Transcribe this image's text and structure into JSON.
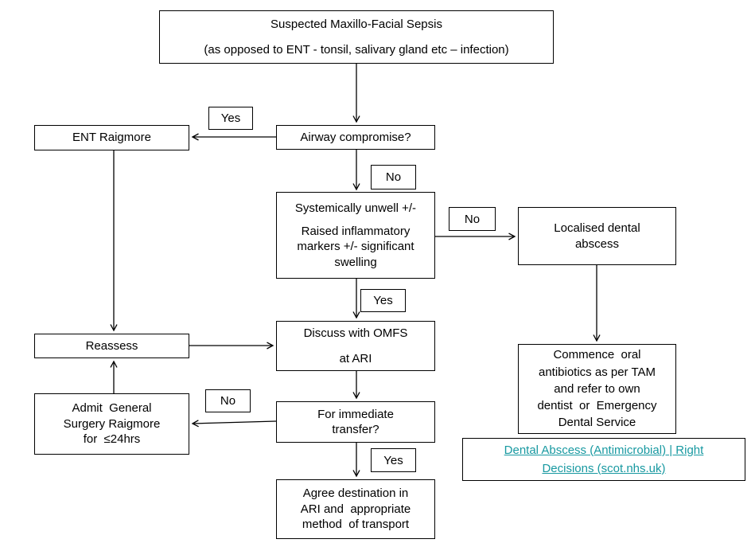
{
  "page": {
    "background": "#ffffff"
  },
  "colors": {
    "box_border": "#000000",
    "text": "#000000",
    "arrow_line": "#000000",
    "link_text": "#1899a1"
  },
  "nodes": {
    "title": {
      "line1": "Suspected Maxillo-Facial Sepsis",
      "line2": "(as opposed to ENT - tonsil, salivary gland etc – infection)"
    },
    "ent": {
      "label": "ENT Raigmore"
    },
    "airway": {
      "label": "Airway compromise?"
    },
    "systemic": {
      "line1": "Systemically unwell +/-",
      "line2": "Raised inflammatory\nmarkers +/- significant\nswelling"
    },
    "localised": {
      "label": "Localised dental\nabscess"
    },
    "discuss": {
      "line1": "Discuss with OMFS",
      "line2": "at ARI"
    },
    "reassess": {
      "label": "Reassess"
    },
    "admit": {
      "label": "Admit  General\nSurgery Raigmore\nfor  ≤24hrs"
    },
    "transfer": {
      "label": "For immediate\ntransfer?"
    },
    "agree": {
      "label": "Agree destination in\nARI and  appropriate\nmethod  of transport"
    },
    "commence": {
      "label": "Commence  oral\nantibiotics as per TAM\nand refer to own\ndentist  or  Emergency\nDental Service"
    },
    "link": {
      "label": "Dental Abscess (Antimicrobial) | Right\nDecisions (scot.nhs.uk)"
    }
  },
  "edge_labels": {
    "airway_yes": "Yes",
    "airway_no": "No",
    "systemic_no": "No",
    "systemic_yes": "Yes",
    "transfer_no": "No",
    "transfer_yes": "Yes"
  }
}
